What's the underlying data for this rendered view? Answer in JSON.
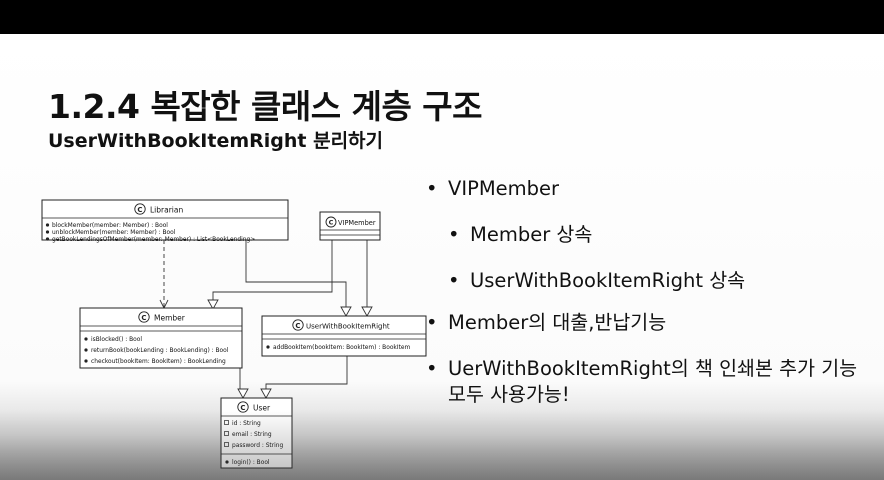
{
  "slide": {
    "title": "1.2.4 복잡한 클래스 계층 구조",
    "subtitle": "UserWithBookItemRight 분리하기"
  },
  "diagram": {
    "stereotype": "C",
    "classes": {
      "librarian": {
        "name": "Librarian",
        "members": [
          "blockMember(member: Member) : Bool",
          "unblockMember(member: Member) : Bool",
          "getBookLendingsOfMember(member: Member) : List<BookLending>"
        ]
      },
      "vipmember": {
        "name": "VIPMember"
      },
      "member": {
        "name": "Member",
        "members": [
          "isBlocked() : Bool",
          "returnBook(bookLending : BookLending) : Bool",
          "checkout(bookItem: BookItem) : BookLending"
        ]
      },
      "userright": {
        "name": "UserWithBookItemRight",
        "members": [
          "addBookItem(bookItem: BookItem) : BookItem"
        ]
      },
      "user": {
        "name": "User",
        "fields": [
          "id : String",
          "email : String",
          "password : String"
        ],
        "methods": [
          "login() : Bool"
        ]
      }
    }
  },
  "bullets": [
    {
      "text": "VIPMember",
      "level": 0
    },
    {
      "text": "Member 상속",
      "level": 1
    },
    {
      "text": "UserWithBookItemRight 상속",
      "level": 1
    },
    {
      "text": "Member의 대출,반납기능",
      "level": 0
    },
    {
      "text": "UerWithBookItemRight의 책 인쇄본 추가 기능",
      "level": 0
    },
    {
      "text": "모두 사용가능!",
      "level": 0,
      "continuation": true
    }
  ],
  "bullet_glyph": "•"
}
